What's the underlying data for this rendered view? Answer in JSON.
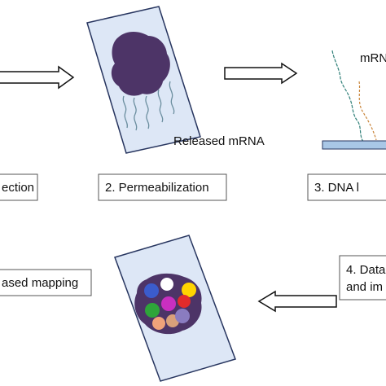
{
  "steps": {
    "step1_label": "ection",
    "step2_label": "2. Permeabilization",
    "step3_label": "3. DNA l",
    "step4_line1": "4. Data",
    "step4_line2": "and im",
    "step5_label": "ased mapping"
  },
  "annotations": {
    "released_mrna": "Released mRNA",
    "mrna_top": "mRN"
  },
  "colors": {
    "slide_fill": "#dde7f6",
    "slide_border": "#27355f",
    "tissue": "#4d3467",
    "thread": "#6b8e9f",
    "dna_bar": "#a9c7e6",
    "spots": [
      "#3b5ccc",
      "#ffffff",
      "#ffd400",
      "#2ea53a",
      "#c92fc0",
      "#e22b2b",
      "#f0a27a",
      "#d9a07a",
      "#8a7cc0"
    ]
  }
}
